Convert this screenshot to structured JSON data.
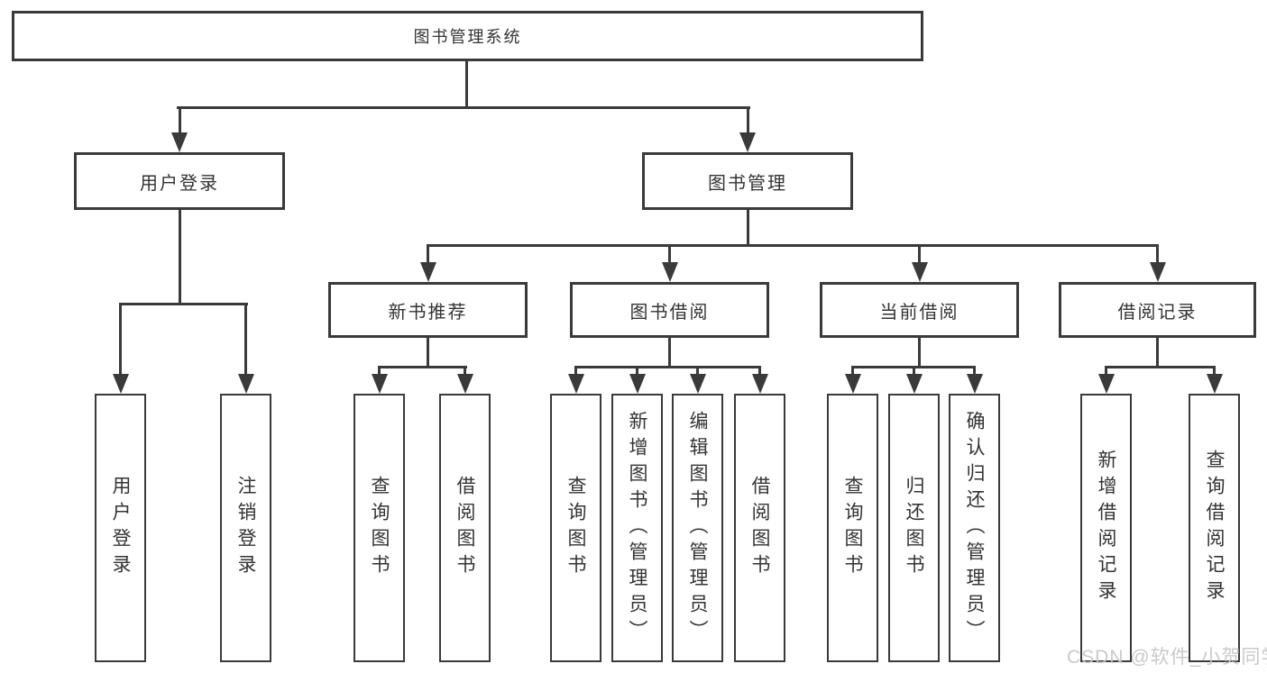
{
  "tree": {
    "label": "图书管理系统",
    "children": [
      {
        "label": "用户登录",
        "children": [
          {
            "label": "用户登录"
          },
          {
            "label": "注销登录"
          }
        ]
      },
      {
        "label": "图书管理",
        "children": [
          {
            "label": "新书推荐",
            "children": [
              {
                "label": "查询图书"
              },
              {
                "label": "借阅图书"
              }
            ]
          },
          {
            "label": "图书借阅",
            "children": [
              {
                "label": "查询图书"
              },
              {
                "label": "新增图书（管理员）"
              },
              {
                "label": "编辑图书（管理员）"
              },
              {
                "label": "借阅图书"
              }
            ]
          },
          {
            "label": "当前借阅",
            "children": [
              {
                "label": "查询图书"
              },
              {
                "label": "归还图书"
              },
              {
                "label": "确认归还（管理员）"
              }
            ]
          },
          {
            "label": "借阅记录",
            "children": [
              {
                "label": "新增借阅记录"
              },
              {
                "label": "查询借阅记录"
              }
            ]
          }
        ]
      }
    ]
  },
  "watermark": {
    "text": "CSDN @软件_小贺同学"
  },
  "colors": {
    "line": "#3a3a3a",
    "text": "#333333",
    "background": "#ffffff",
    "watermark": "#c7c7c7"
  }
}
